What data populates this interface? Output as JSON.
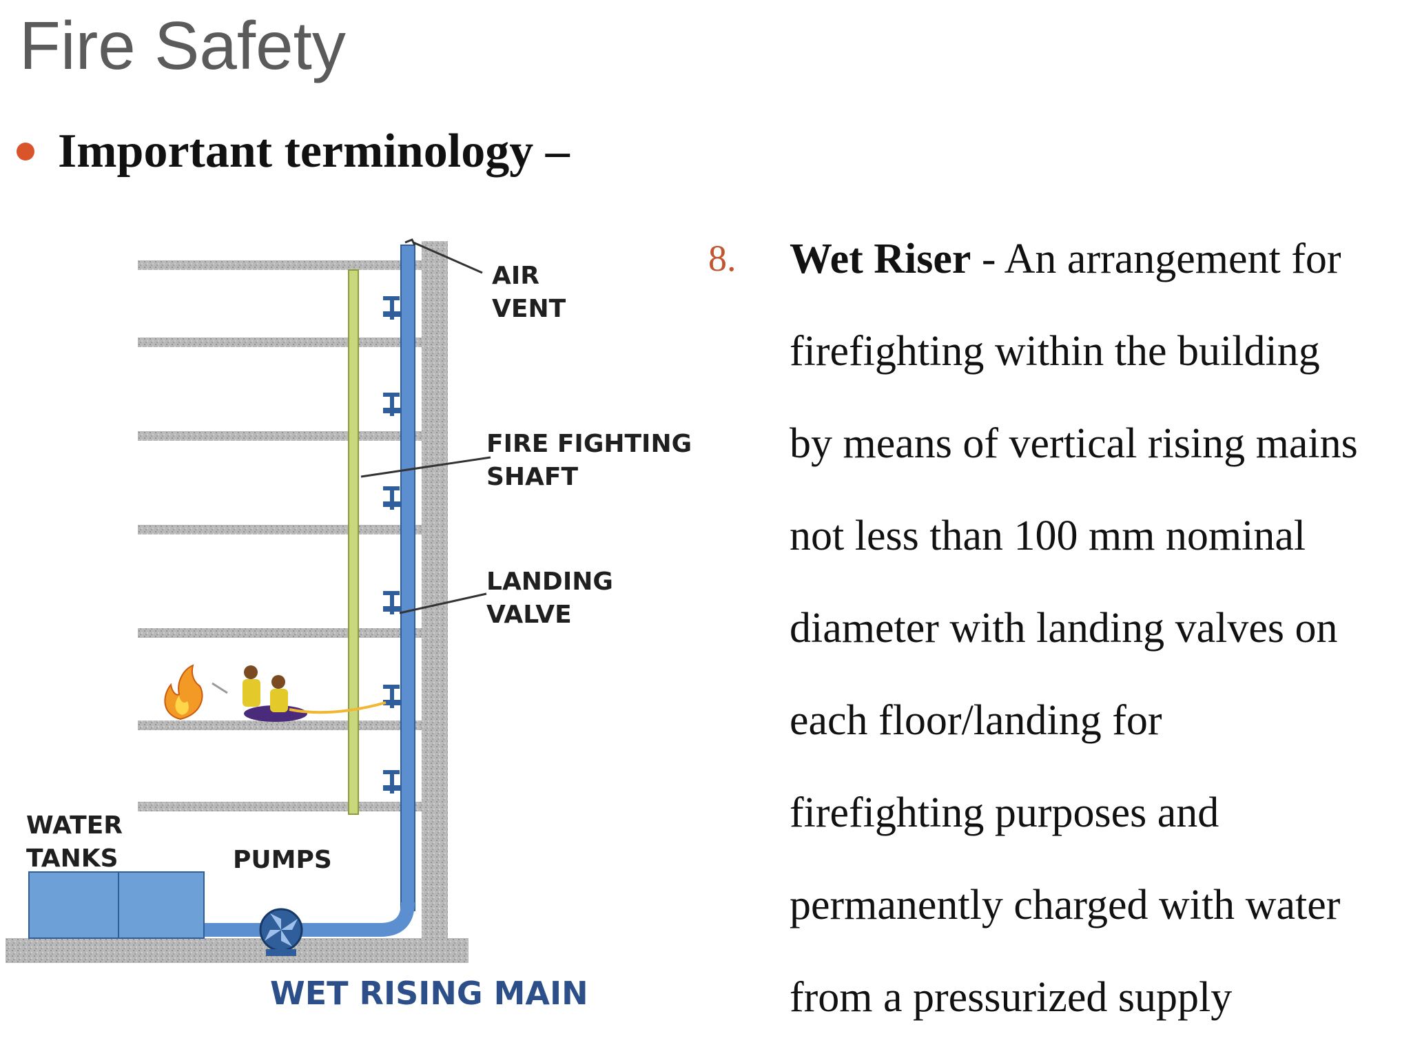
{
  "slide": {
    "title": "Fire Safety",
    "bullet": "Important terminology –"
  },
  "diagram": {
    "labels": {
      "air_vent_1": "AIR",
      "air_vent_2": "VENT",
      "shaft_1": "FIRE FIGHTING",
      "shaft_2": "SHAFT",
      "valve_1": "LANDING",
      "valve_2": "VALVE",
      "tanks_1": "WATER",
      "tanks_2": "TANKS",
      "pumps": "PUMPS"
    },
    "caption": "WET RISING MAIN",
    "colors": {
      "pipe": "#5b8fcf",
      "shaft": "#c8d87a",
      "slab": "#9a9a9a",
      "tank": "#6ea0d8",
      "caption": "#2c4f8a"
    },
    "icons": [
      "air-vent-icon",
      "landing-valve-icon",
      "pump-icon",
      "fire-icon",
      "firefighters-icon"
    ]
  },
  "definition": {
    "number": "8.",
    "term": "Wet Riser",
    "separator": " - ",
    "lines": [
      "An arrangement for",
      "firefighting within the building",
      "by means of vertical rising mains",
      "not less than 100 mm nominal",
      "diameter with landing valves on",
      "each floor/landing for",
      "firefighting purposes and",
      "permanently charged with water",
      "from a pressurized supply"
    ],
    "accent_color": "#c0552f"
  }
}
